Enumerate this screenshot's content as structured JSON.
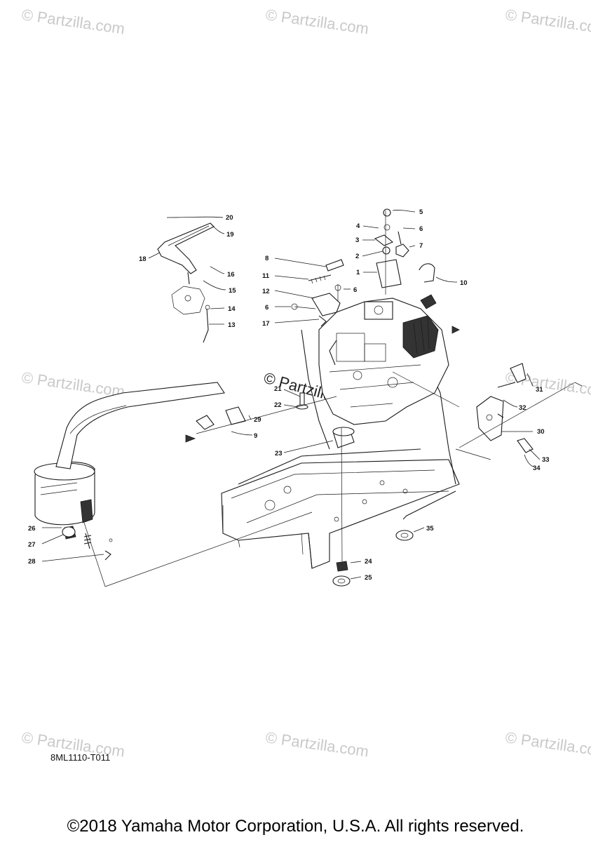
{
  "watermark": "© Partzilla.com",
  "diagram_code": "8ML1110-T011",
  "copyright": "©2018 Yamaha Motor Corporation, U.S.A. All rights reserved.",
  "callouts": {
    "c1": "1",
    "c2": "2",
    "c3": "3",
    "c4": "4",
    "c5": "5",
    "c6a": "6",
    "c6b": "6",
    "c6c": "6",
    "c7": "7",
    "c8": "8",
    "c9": "9",
    "c10": "10",
    "c11": "11",
    "c12": "12",
    "c13": "13",
    "c14": "14",
    "c15": "15",
    "c16": "16",
    "c17": "17",
    "c18": "18",
    "c19": "19",
    "c20": "20",
    "c21": "21",
    "c22": "22",
    "c23": "23",
    "c24": "24",
    "c25": "25",
    "c26": "26",
    "c27": "27",
    "c28": "28",
    "c29": "29",
    "c30": "30",
    "c31": "31",
    "c32": "32",
    "c33": "33",
    "c34": "34",
    "c35": "35"
  }
}
